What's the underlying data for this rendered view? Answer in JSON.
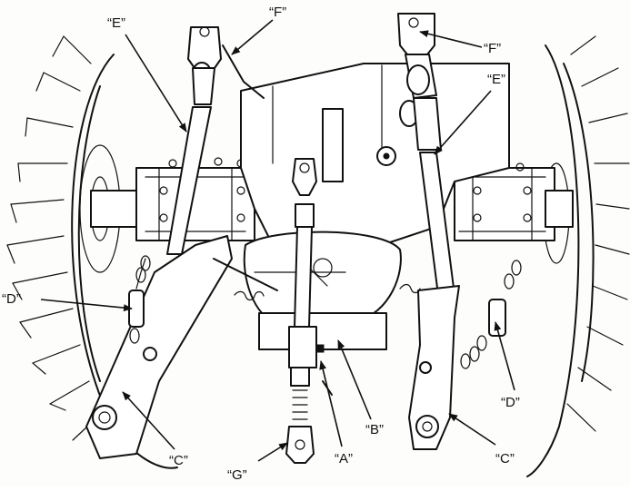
{
  "callouts": {
    "e_left": "“E”",
    "f_left": "“F”",
    "f_right": "“F”",
    "e_right": "“E”",
    "d_left": "“D”",
    "d_right": "“D”",
    "c_left": "“C”",
    "c_right": "“C”",
    "b": "“B”",
    "a": "“A”",
    "g": "“G”"
  }
}
